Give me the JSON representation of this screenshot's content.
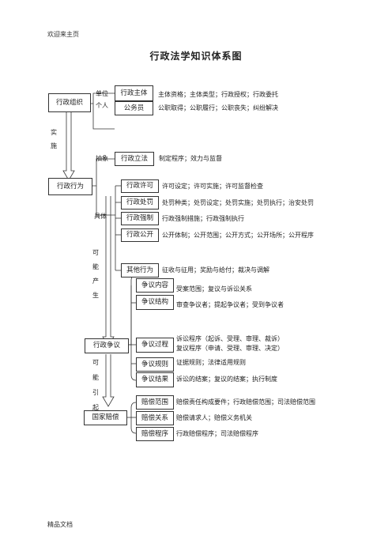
{
  "header": "欢迎来主页",
  "footer": "精品文档",
  "title": "行政法学知识体系图",
  "org": {
    "main": "行政组织",
    "label_unit": "单位",
    "label_person": "个人",
    "items": [
      {
        "name": "行政主体",
        "desc": "主体资格；主体类型；行政授权；行政委托"
      },
      {
        "name": "公务员",
        "desc": "公职取得；公职履行；公职丧失；纠纷解决"
      }
    ]
  },
  "arrow1": [
    "实",
    "施"
  ],
  "act": {
    "main": "行政行为",
    "label_abstract": "抽象",
    "label_concrete": "具体",
    "abstract_item": {
      "name": "行政立法",
      "desc": "制定程序；效力与监督"
    },
    "items": [
      {
        "name": "行政许可",
        "desc": "许可设定；许可实施；许可监督检查"
      },
      {
        "name": "行政处罚",
        "desc": "处罚种类；处罚设定；处罚实施；处罚执行；治安处罚"
      },
      {
        "name": "行政强制",
        "desc": "行政强制措施；行政强制执行"
      },
      {
        "name": "行政公开",
        "desc": "公开体制；公开范围；公开方式；公开场所；公开程序"
      },
      {
        "name": "其他行为",
        "desc": "征收与征用；奖励与给付；裁决与调解"
      }
    ]
  },
  "arrow2": [
    "可",
    "能",
    "产",
    "生"
  ],
  "dispute": {
    "main": "行政争议",
    "items": [
      {
        "name": "争议内容",
        "desc": "受案范围；复议与诉讼关系"
      },
      {
        "name": "争议结构",
        "desc": "审查争议者；提起争议者；受到争议者"
      },
      {
        "name": "争议过程",
        "desc": "诉讼程序（起诉、受理、审理、裁诉）",
        "desc2": "复议程序（申请、受理、审理、决定）"
      },
      {
        "name": "争议规则",
        "desc": "证据规则；法律适用规则"
      },
      {
        "name": "争议结果",
        "desc": "诉讼的结案；复议的结案；执行制度"
      }
    ]
  },
  "arrow3": [
    "可",
    "能",
    "引",
    "起"
  ],
  "comp": {
    "main": "国家赔偿",
    "items": [
      {
        "name": "赔偿范围",
        "desc": "赔偿责任构成要件；行政赔偿范围；司法赔偿范围"
      },
      {
        "name": "赔偿关系",
        "desc": "赔偿请求人；赔偿义务机关"
      },
      {
        "name": "赔偿程序",
        "desc": "行政赔偿程序；司法赔偿程序"
      }
    ]
  }
}
